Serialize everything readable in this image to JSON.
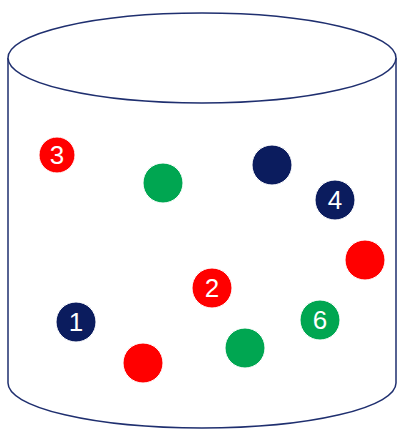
{
  "diagram": {
    "nodes": [
      {
        "text": [
          "3"
        ]
      },
      {
        "text": [
          "4"
        ]
      },
      {
        "text": [
          "2"
        ]
      },
      {
        "text": [
          "1"
        ]
      },
      {
        "text": [
          "6"
        ]
      }
    ]
  }
}
